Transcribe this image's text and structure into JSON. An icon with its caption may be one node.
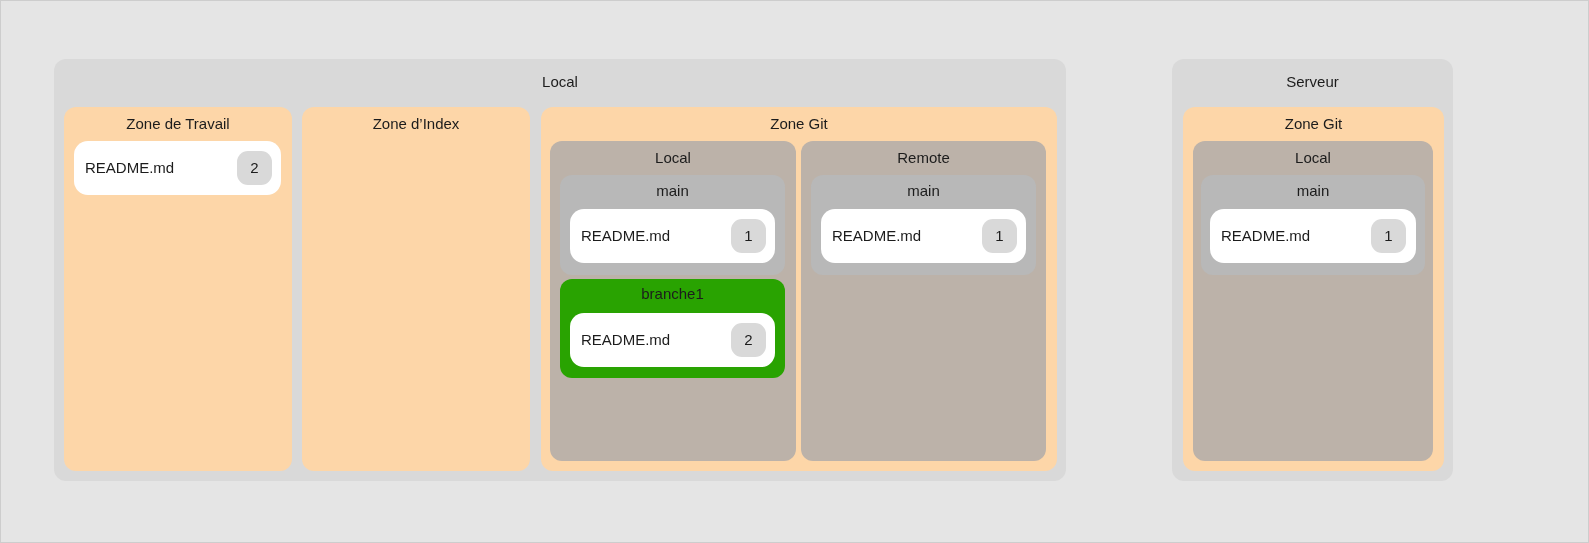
{
  "diagram": {
    "nodes": [
      {
        "text": [
          "Local"
        ]
      },
      {
        "text": [
          "Zone de Travail"
        ],
        "in": 0
      },
      {
        "text": [
          "README.md"
        ],
        "in": 1
      },
      {
        "text": [
          "2"
        ],
        "in": 2
      },
      {
        "text": [
          "Zone d’Index"
        ],
        "in": 0
      },
      {
        "text": [
          "Zone Git"
        ],
        "in": 0
      },
      {
        "text": [
          "Local"
        ],
        "in": 5
      },
      {
        "text": [
          "main"
        ],
        "in": 6
      },
      {
        "text": [
          "README.md"
        ],
        "in": 7
      },
      {
        "text": [
          "1"
        ],
        "in": 8
      },
      {
        "text": [
          "branche1"
        ],
        "in": 6
      },
      {
        "text": [
          "README.md"
        ],
        "in": 10
      },
      {
        "text": [
          "2"
        ],
        "in": 11
      },
      {
        "text": [
          "Remote"
        ],
        "in": 5
      },
      {
        "text": [
          "main"
        ],
        "in": 13
      },
      {
        "text": [
          "README.md"
        ],
        "in": 14
      },
      {
        "text": [
          "1"
        ],
        "in": 15
      },
      {
        "text": [
          "Serveur"
        ]
      },
      {
        "text": [
          "Zone Git"
        ],
        "in": 17
      },
      {
        "text": [
          "Local"
        ],
        "in": 18
      },
      {
        "text": [
          "main"
        ],
        "in": 19
      },
      {
        "text": [
          "README.md"
        ],
        "in": 20
      },
      {
        "text": [
          "1"
        ],
        "in": 21
      }
    ]
  }
}
